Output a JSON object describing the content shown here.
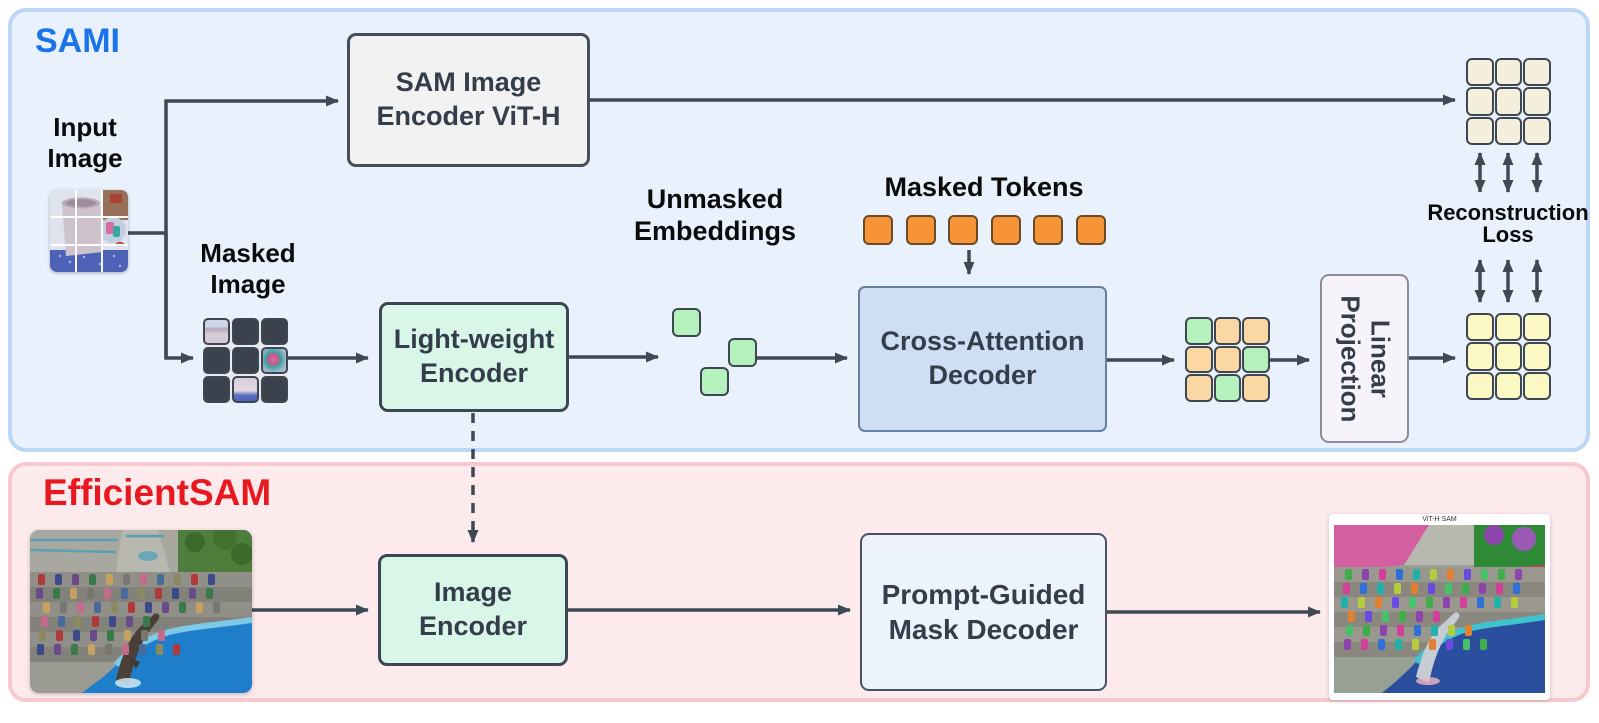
{
  "sami": {
    "title": "SAMI",
    "input_image_label_line1": "Input",
    "input_image_label_line2": "Image",
    "masked_image_label_line1": "Masked",
    "masked_image_label_line2": "Image",
    "sam_encoder_line1": "SAM Image",
    "sam_encoder_line2": "Encoder ViT-H",
    "lightweight_encoder_line1": "Light-weight",
    "lightweight_encoder_line2": "Encoder",
    "unmasked_label_line1": "Unmasked",
    "unmasked_label_line2": "Embeddings",
    "masked_tokens_label": "Masked Tokens",
    "cross_attention_line1": "Cross-Attention",
    "cross_attention_line2": "Decoder",
    "linear_projection_line1": "Linear",
    "linear_projection_line2": "Projection",
    "reconstruction_line1": "Reconstruction",
    "reconstruction_line2": "Loss",
    "masked_token_count": 6,
    "unmasked_embedding_count": 3,
    "masked_image_grid": [
      [
        "image",
        "masked",
        "masked"
      ],
      [
        "masked",
        "masked",
        "image"
      ],
      [
        "masked",
        "image",
        "masked"
      ]
    ],
    "decoder_output_grid": [
      [
        "green",
        "orange",
        "orange"
      ],
      [
        "orange",
        "orange",
        "green"
      ],
      [
        "orange",
        "green",
        "orange"
      ]
    ],
    "encoder_target_grid_size": "3x3",
    "projection_output_grid_size": "3x3"
  },
  "efficientsam": {
    "title": "EfficientSAM",
    "image_encoder_line1": "Image",
    "image_encoder_line2": "Encoder",
    "mask_decoder_line1": "Prompt-Guided",
    "mask_decoder_line2": "Mask Decoder",
    "output_caption": "ViT-H SAM"
  },
  "colors": {
    "sami_title": "#1a73e8",
    "efficientsam_title": "#e8191e",
    "sami_panel_fill": "#e9f1fd",
    "efficientsam_panel_fill": "#fdeaed",
    "arrow": "#3e4953",
    "masked_token_fill": "#f79438",
    "unmasked_embedding_fill": "#b5f1bd",
    "decoder_orange_fill": "#fbd7a3",
    "encoder_target_fill": "#f4efdc",
    "projection_output_fill": "#fbf8c3",
    "masked_cell_fill": "#3b424d"
  }
}
